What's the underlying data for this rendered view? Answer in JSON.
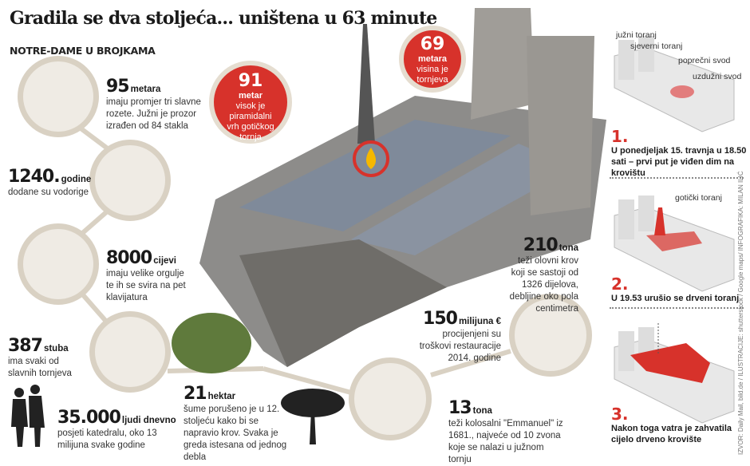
{
  "title": "Gradila se dva stoljeća... uništena u 63 minute",
  "subtitle": "NOTRE-DAME U BROJKAMA",
  "colors": {
    "accent_red": "#d7322b",
    "circle_fill": "#efebe4",
    "circle_ring": "#d9d1c3"
  },
  "facts": {
    "rose": {
      "num": "95",
      "unit": "metara",
      "text": "imaju promjer tri slavne rozete. Južni je prozor izrađen od 84 stakla",
      "icon": "cathedral-facade-icon"
    },
    "gargoyles": {
      "num": "1240.",
      "unit": "godine",
      "text": "dodane su vodorige",
      "icon": "gargoyle-icon"
    },
    "organ": {
      "num": "8000",
      "unit": "cijevi",
      "text": "imaju velike orgulje te ih se svira na pet klavijatura",
      "icon": "organ-icon"
    },
    "stairs": {
      "num": "387",
      "unit": "stuba",
      "text": "ima svaki od slavnih tornjeva",
      "icon": "spiral-stairs-icon"
    },
    "visitors": {
      "num": "35.000",
      "unit": "ljudi dnevno",
      "text": "posjeti katedralu,  oko 13 milijuna svake godine",
      "icon": "people-icon"
    },
    "forest": {
      "num": "21",
      "unit": "hektar",
      "text": "šume porušeno je u 12. stoljeću kako bi se napravio krov. Svaka je greda istesana od jednog debla",
      "icon": "tree-icon"
    },
    "bell": {
      "num": "13",
      "unit": "tona",
      "text": "teži kolosalni \"Emmanuel\" iz 1681., najveće od 10 zvona koje se nalazi u južnom tornju",
      "icon": "bell-icon"
    },
    "cost": {
      "num": "150",
      "unit": "milijuna €",
      "text": "procijenjeni su troškovi restauracije 2014. godine",
      "icon": "man-silhouette-icon"
    },
    "roof": {
      "num": "210",
      "unit": "tona",
      "text": "teži olovni krov koji se sastoji od 1326 dijelova, debljine oko pola centimetra"
    }
  },
  "bubbles": {
    "spire": {
      "num": "91",
      "unit": "metar",
      "text": "visok je piramidalni vrh gotičkog tornja"
    },
    "towers": {
      "num": "69",
      "unit": "metara",
      "text": "visina je tornjeva"
    }
  },
  "timeline": {
    "labels": {
      "south_tower": "južni toranj",
      "north_tower": "sjeverni toranj",
      "transept": "poprečni svod",
      "nave": "uzdužni svod",
      "spire": "gotički toranj"
    },
    "steps": [
      {
        "n": "1.",
        "text": "U ponedjeljak 15. travnja u 18.50 sati – prvi put je viđen dim na krovištu"
      },
      {
        "n": "2.",
        "text": "U 19.53 urušio se drveni toranj"
      },
      {
        "n": "3.",
        "text": "Nakon toga vatra je zahvatila cijelo drveno krovište"
      }
    ]
  },
  "credit": "IZVOR: Daily Mail, bild.de / ILUSTRACIJE: shutterstock / Google maps/ INFOGRAFIKA: MILAN ILIĆ"
}
